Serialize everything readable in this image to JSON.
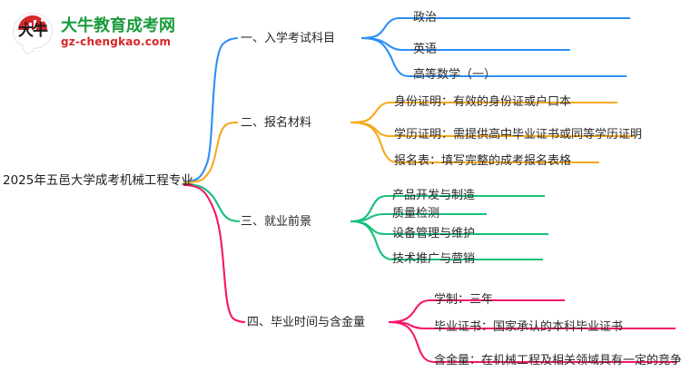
{
  "logo": {
    "badge_text": "大牛",
    "site_name": "大牛教育成考网",
    "site_url": "gz-chengkao.com"
  },
  "mindmap": {
    "root": "2025年五邑大学成考机械工程专业",
    "colors": {
      "branch1": "#2e8ff5",
      "branch2": "#f7a81b",
      "branch3": "#14c07a",
      "branch4": "#f5156c",
      "text": "#2b2b2b"
    },
    "branches": [
      {
        "label": "一、入学考试科目",
        "color": "#2e8ff5",
        "leaves": [
          "政治",
          "英语",
          "高等数学（一）"
        ]
      },
      {
        "label": "二、报名材料",
        "color": "#f7a81b",
        "leaves": [
          "身份证明：有效的身份证或户口本",
          "学历证明：需提供高中毕业证书或同等学历证明",
          "报名表：填写完整的成考报名表格"
        ]
      },
      {
        "label": "三、就业前景",
        "color": "#14c07a",
        "leaves": [
          "产品开发与制造",
          "质量检测",
          "设备管理与维护",
          "技术推广与营销"
        ]
      },
      {
        "label": "四、毕业时间与含金量",
        "color": "#f5156c",
        "leaves": [
          "学制：三年",
          "毕业证书：国家承认的本科毕业证书",
          "含金量：在机械工程及相关领域具有一定的竞争力"
        ]
      }
    ]
  }
}
